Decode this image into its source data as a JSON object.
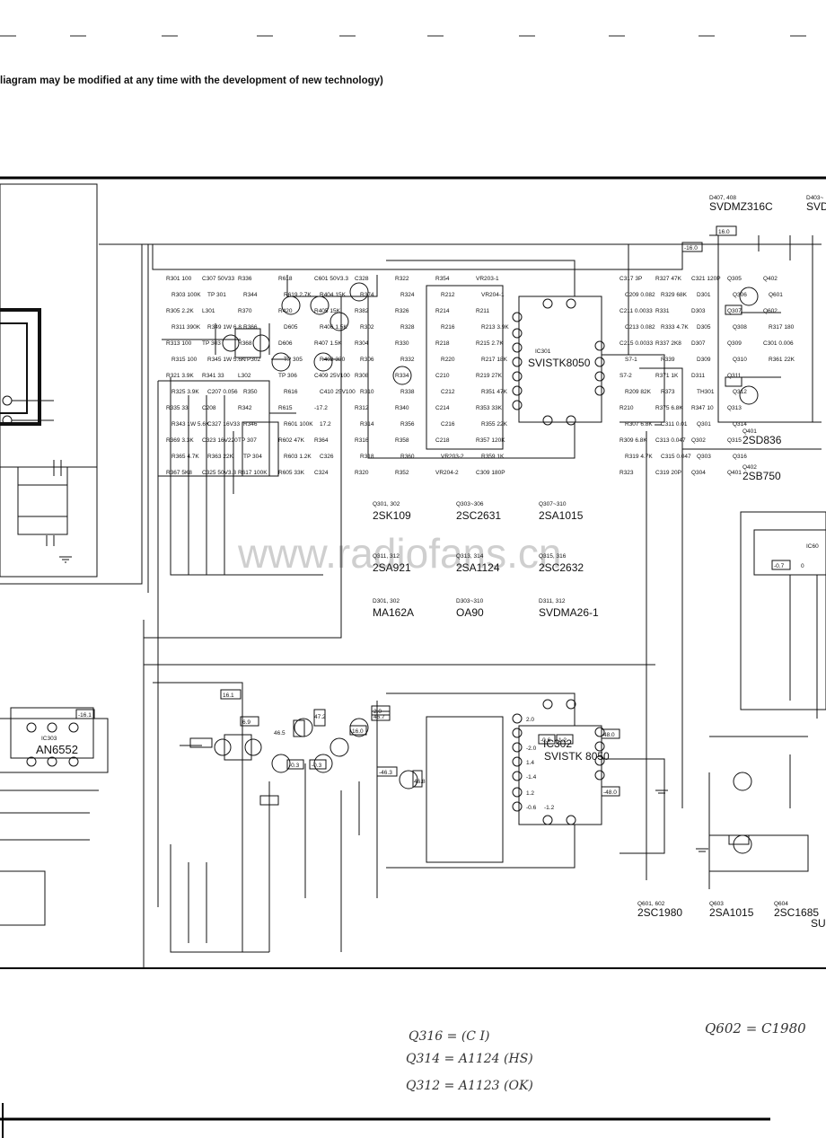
{
  "header": {
    "note": "liagram may be modified at any time with the development of new technology)"
  },
  "watermark": "www.radiofans.cn",
  "ics": [
    {
      "id": "ic301",
      "ref": "IC301",
      "name": "SVISTK8050"
    },
    {
      "id": "ic302",
      "ref": "IC302",
      "name": "SVISTK 8050"
    },
    {
      "id": "ic303",
      "ref": "IC303",
      "name": "AN6552"
    },
    {
      "id": "ic601",
      "ref": "IC60",
      "name": ""
    }
  ],
  "parts_table": [
    {
      "refs": "Q301, 302",
      "part": "2SK109"
    },
    {
      "refs": "Q303~306",
      "part": "2SC2631"
    },
    {
      "refs": "Q307~310",
      "part": "2SA1015"
    },
    {
      "refs": "Q311, 312",
      "part": "2SA921"
    },
    {
      "refs": "Q313, 314",
      "part": "2SA1124"
    },
    {
      "refs": "Q315, 316",
      "part": "2SC2632"
    },
    {
      "refs": "D301, 302",
      "part": "MA162A"
    },
    {
      "refs": "D303~310",
      "part": "OA90"
    },
    {
      "refs": "D311, 312",
      "part": "SVDMA26-1"
    }
  ],
  "right_parts": [
    {
      "refs": "D407, 408",
      "part": "SVDMZ316C"
    },
    {
      "refs": "D403~",
      "part": "SVD"
    },
    {
      "refs": "Q401",
      "part": "2SD836"
    },
    {
      "refs": "Q402",
      "part": "2SB750"
    },
    {
      "refs": "Q601, 602",
      "part": "2SC1980"
    },
    {
      "refs": "Q603",
      "part": "2SA1015"
    },
    {
      "refs": "Q604",
      "part": "2SC1685"
    }
  ],
  "voltages_ch1": [
    "16.0",
    "-16.0",
    "-0.7",
    "0"
  ],
  "voltages_ch2": [
    "16.1",
    "-16.1",
    "6.9",
    "46.5",
    "47.2",
    "46.7",
    "2.0",
    "16.0",
    "-0.3",
    "-0.3",
    "-46.3",
    "46.8",
    "-0.6",
    "1.2",
    "2.0",
    "-2.0",
    "1.4",
    "-1.4",
    "1.2",
    "-0.6",
    "-1.2",
    "48.0",
    "-48.0"
  ],
  "component_labels": [
    "R301 100",
    "R303 100K",
    "R305 2.2K",
    "R311 390K",
    "R313 100",
    "R315 100",
    "R321 3.9K",
    "R325 3.9K",
    "R335 33",
    "R343 1W 5.6K",
    "R369 3.3K",
    "R365 4.7K",
    "R367 5K8",
    "C307 50V33",
    "TP 301",
    "L301",
    "R349 1W 6.8",
    "TP 303",
    "R345 1W 5.6K",
    "R341 33",
    "C207 0.056",
    "C208",
    "C327 16V33",
    "C323 16V220",
    "R363 22K",
    "C325 50V3.3",
    "R336",
    "R344",
    "R370",
    "R366",
    "R368",
    "TP302",
    "L302",
    "R350",
    "R342",
    "R346",
    "TP 307",
    "TP 304",
    "R617 100K",
    "R618",
    "R619 2.7K",
    "R420",
    "D605",
    "D606",
    "TP 305",
    "TP 306",
    "R616",
    "R615",
    "R601 100K",
    "R602 47K",
    "R603 1.2K",
    "R605 33K",
    "C601 50V3.3",
    "R404 15K",
    "R405 15K",
    "R406 1.5K",
    "R407 1.5K",
    "R402 330",
    "C409 25V100",
    "C410 25V100",
    "-17.2",
    "17.2",
    "R364",
    "C326",
    "C324",
    "C328",
    "R374",
    "R382",
    "R302",
    "R304",
    "R306",
    "R308",
    "R310",
    "R312",
    "R314",
    "R316",
    "R318",
    "R320",
    "R322",
    "R324",
    "R326",
    "R328",
    "R330",
    "R332",
    "R334",
    "R338",
    "R340",
    "R356",
    "R358",
    "R360",
    "R352",
    "R354",
    "R212",
    "R214",
    "R216",
    "R218",
    "R220",
    "C210",
    "C212",
    "C214",
    "C216",
    "C218",
    "VR203-2",
    "VR204-2",
    "VR203-1",
    "VR204-1",
    "R211",
    "R213 3.9K",
    "R215 2.7K",
    "R217 18K",
    "R219 27K",
    "R351 47K",
    "R353 33K",
    "R355 22K",
    "R357 120K",
    "R359 1K",
    "C309 180P",
    "C317 3P",
    "C209 0.082",
    "C211 0.0033",
    "C213 0.082",
    "C215 0.0033",
    "S7-1",
    "S7-2",
    "R209 82K",
    "R210",
    "R307 6.8K",
    "R309 6.8K",
    "R319 4.7K",
    "R323",
    "R327 47K",
    "R329 68K",
    "R331",
    "R333 4.7K",
    "R337 2K8",
    "R339",
    "R371 1K",
    "R373",
    "R375 6.8K",
    "C311 0.01",
    "C313 0.047",
    "C315 0.047",
    "C319 20P",
    "C321 120P",
    "D301",
    "D303",
    "D305",
    "D307",
    "D309",
    "D311",
    "TH301",
    "R347 10",
    "Q301",
    "Q302",
    "Q303",
    "Q304",
    "Q305",
    "Q306",
    "Q307",
    "Q308",
    "Q309",
    "Q310",
    "Q311",
    "Q312",
    "Q313",
    "Q314",
    "Q315",
    "Q316",
    "Q401",
    "Q402",
    "Q601",
    "Q602",
    "R317 180",
    "C301 0.006",
    "R361 22K"
  ],
  "notes": {
    "q602": "Q602 = C1980",
    "q316": "Q316 = (C I)",
    "q314": "Q314 = A1124 (HS)",
    "q312": "Q312 = A1123 (OK)"
  },
  "corner_text": "SU"
}
